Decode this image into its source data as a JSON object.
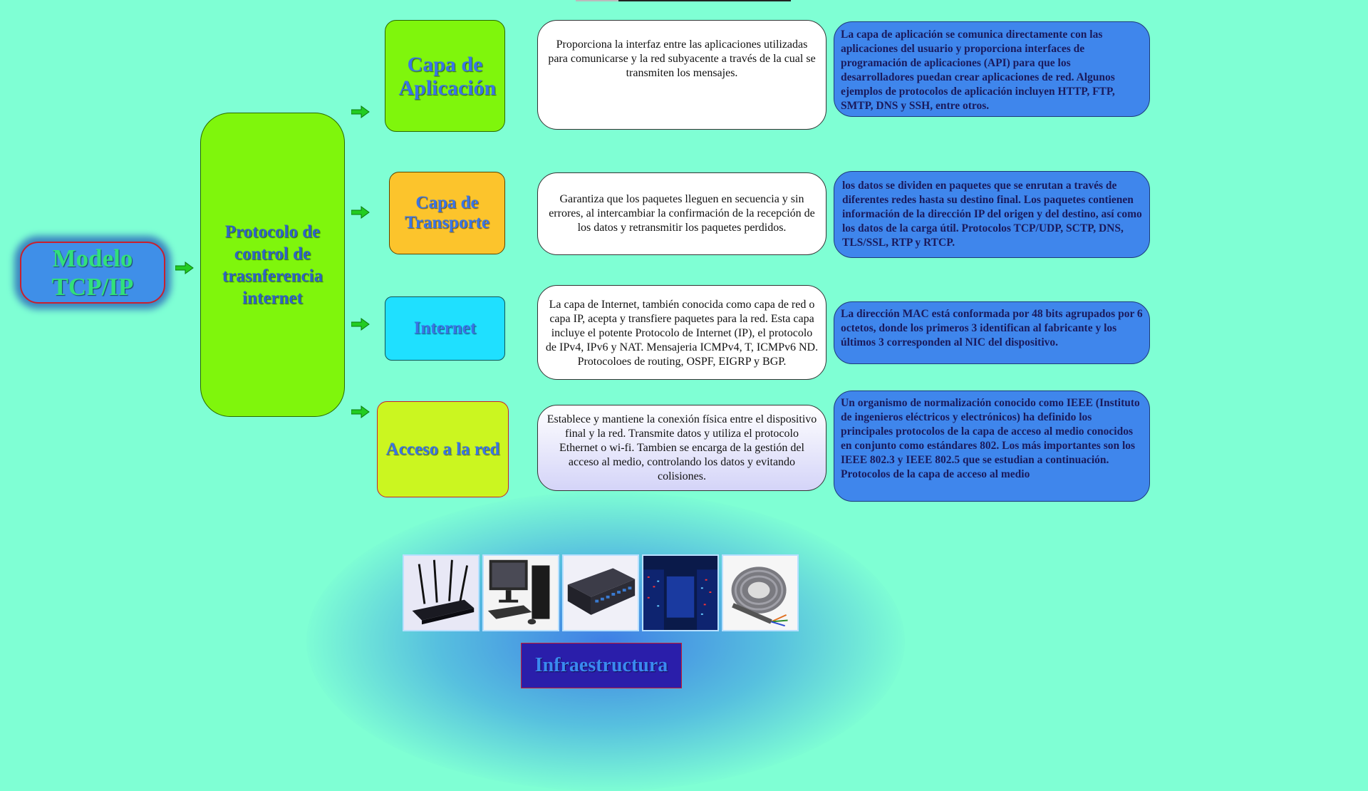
{
  "diagram": {
    "root": "Modelo TCP/IP",
    "protocol": "Protocolo de control de trasnferencia internet",
    "layers": [
      {
        "name": "Capa de Aplicación",
        "description": "Proporciona la interfaz entre las aplicaciones utilizadas para comunicarse y la red subyacente a través de la cual se transmiten los mensajes.",
        "detail": "La capa de aplicación se comunica directamente con las aplicaciones del usuario y proporciona interfaces de programación de aplicaciones (API) para que los desarrolladores puedan crear aplicaciones de red. Algunos ejemplos de protocolos de aplicación incluyen HTTP, FTP, SMTP, DNS y SSH, entre otros."
      },
      {
        "name": "Capa de Transporte",
        "description": "Garantiza que los paquetes lleguen en secuencia y sin errores, al intercambiar la confirmación de la recepción de los datos y retransmitir los paquetes perdidos.",
        "detail": "los datos se dividen en paquetes que se enrutan a través de diferentes redes hasta su destino final. Los paquetes contienen información de la dirección IP del origen y del destino, así como los datos de la carga útil. Protocolos TCP/UDP, SCTP, DNS, TLS/SSL, RTP y RTCP."
      },
      {
        "name": "Internet",
        "description": "La capa de Internet, también conocida como capa de red o capa IP, acepta y transfiere paquetes para la red. Esta capa incluye el potente Protocolo de Internet (IP), el protocolo de IPv4, IPv6 y NAT. Mensajeria ICMPv4, T, ICMPv6 ND. Protocoloes de routing, OSPF, EIGRP y BGP.",
        "detail": "La dirección MAC está conformada por 48 bits agrupados por 6 octetos, donde los primeros 3 identifican al fabricante y los últimos 3 corresponden al NIC del dispositivo."
      },
      {
        "name": "Acceso a la red",
        "description": "Establece y mantiene la conexión física entre el dispositivo final y la red. Transmite datos y utiliza el protocolo Ethernet o wi-fi. Tambien se encarga de la gestión del acceso al medio, controlando los datos y evitando colisiones.",
        "detail": "Un organismo de normalización conocido como IEEE (Instituto de ingenieros eléctricos y electrónicos) ha definido los principales protocolos de la capa de acceso al medio conocidos en conjunto como estándares 802. Los más importantes son los IEEE 802.3 y IEEE 802.5 que se estudian a continuación. Protocolos de la capa de acceso al medio"
      }
    ],
    "infrastructure_label": "Infraestructura",
    "infrastructure_images": [
      "router-image",
      "desktop-computer-image",
      "network-switch-image",
      "data-center-image",
      "network-cable-image"
    ]
  },
  "colors": {
    "background": "#7fffd4",
    "arrow": "#22cc22",
    "root_box": "#3f8fe8",
    "protocol_box": "#7ff60c",
    "application_box": "#7ff60c",
    "transport_box": "#fcc42c",
    "internet_box": "#1fe0ff",
    "access_box": "#cbf620",
    "detail_box": "#3f86ec",
    "infrastructure_box": "#2a1eaa"
  }
}
